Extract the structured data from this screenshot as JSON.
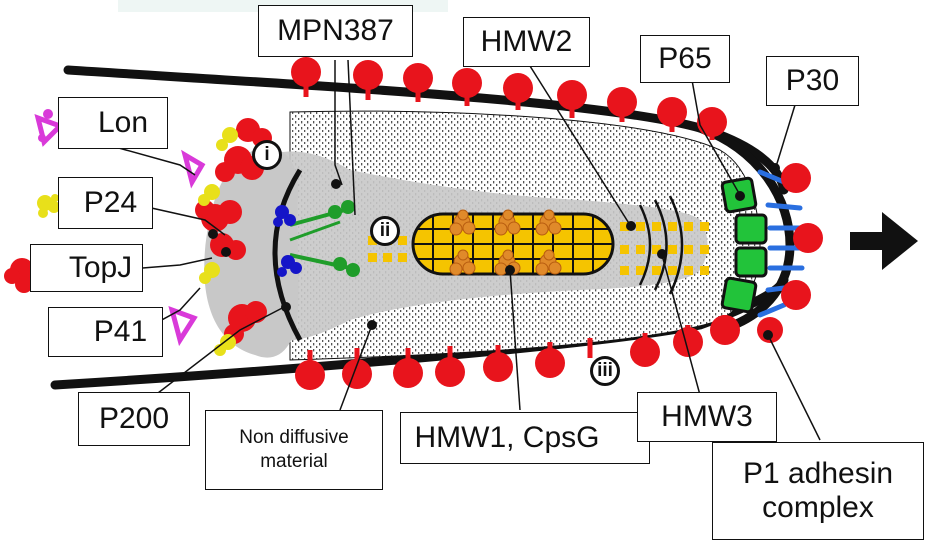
{
  "labels": {
    "mpn387": "MPN387",
    "hmw2": "HMW2",
    "p65": "P65",
    "p30": "P30",
    "lon": "Lon",
    "p24": "P24",
    "topj": "TopJ",
    "p41": "P41",
    "p200": "P200",
    "non_diffusive_line1": "Non diffusive",
    "non_diffusive_line2": "material",
    "hmw1_cpsg": "HMW1, CpsG",
    "hmw3": "HMW3",
    "p1_line1": "P1 adhesin",
    "p1_line2": "complex"
  },
  "markers": {
    "i": "i",
    "ii": "ii",
    "iii": "iii"
  },
  "colors": {
    "adhesin_red": "#e8141c",
    "lon_magenta": "#d93ad9",
    "p24_yellow": "#e8e01a",
    "p41_blue": "#1515c8",
    "mpn387_green": "#1f9d2a",
    "hmw1_orange": "#e08a2a",
    "p65_green": "#22c33a",
    "p30_blue": "#2a6fe0",
    "rod_yellow": "#f5c400",
    "halo_gray": "#c8c8c8",
    "membrane": "#111111"
  },
  "icons": {
    "direction": "right-arrow-icon",
    "lon_protein": "lon-protein-icon",
    "p24_protein": "p24-protein-icon",
    "topj_protein": "topj-protein-icon",
    "p41_protein": "p41-protein-icon",
    "hmw1_protein": "hmw1-protein-icon"
  }
}
